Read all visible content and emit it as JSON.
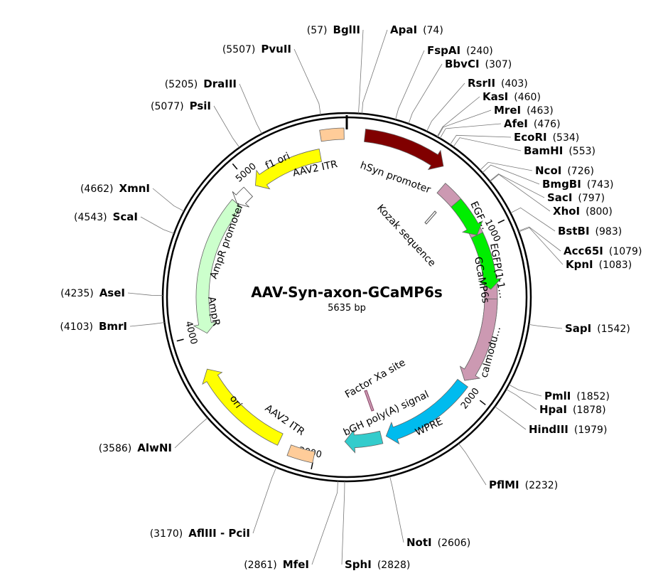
{
  "title": "AAV-Syn-axon-GCaMP6s",
  "size_label": "5635 bp",
  "plasmid_length": 5635,
  "ticks": [
    {
      "pos": 1000,
      "label": "1000"
    },
    {
      "pos": 2000,
      "label": "2000"
    },
    {
      "pos": 3000,
      "label": "3000"
    },
    {
      "pos": 4000,
      "label": "4000"
    },
    {
      "pos": 5000,
      "label": "5000"
    }
  ],
  "features": [
    {
      "name": "hSyn promoter",
      "start": 100,
      "end": 570,
      "strand": 1,
      "color": "#800000"
    },
    {
      "name": "GCaMP6s",
      "start": 640,
      "end": 1960,
      "strand": 1,
      "color": "#cc99b2"
    },
    {
      "name": "EGF…",
      "start": 770,
      "end": 1010,
      "strand": 1,
      "color": "#00ee00"
    },
    {
      "name": "EGFP(1-1…",
      "start": 1010,
      "end": 1360,
      "strand": 1,
      "color": "#00ee00"
    },
    {
      "name": "calmodu…",
      "start": 1420,
      "end": 1960,
      "strand": 1,
      "color": "#cc99b2"
    },
    {
      "name": "WPRE",
      "start": 1980,
      "end": 2570,
      "strand": 1,
      "color": "#00bbee"
    },
    {
      "name": "bGH poly(A) signal",
      "start": 2600,
      "end": 2830,
      "strand": 1,
      "color": "#33cccc"
    },
    {
      "name": "AAV2 ITR",
      "start": 3000,
      "end": 3141,
      "strand": 0,
      "color": "#ffcc99"
    },
    {
      "name": "ori",
      "start": 3210,
      "end": 3800,
      "strand": 1,
      "color": "#ffff00"
    },
    {
      "name": "AmpR",
      "start": 4000,
      "end": 4860,
      "strand": -1,
      "color": "#ccffcc"
    },
    {
      "name": "AmpR promoter",
      "start": 4860,
      "end": 4960,
      "strand": -1,
      "color": "#ffffff"
    },
    {
      "name": "f1 ori",
      "start": 5020,
      "end": 5470,
      "strand": -1,
      "color": "#ffff00"
    },
    {
      "name": "AAV2 ITR",
      "start": 5490,
      "end": 5620,
      "strand": 0,
      "color": "#ffcc99"
    }
  ],
  "inner_labels": [
    {
      "name": "hSyn promoter",
      "text": "hSyn promoter"
    },
    {
      "name": "kozak",
      "text": "Kozak sequence"
    },
    {
      "name": "gcamp",
      "text": "GCaMP6s"
    },
    {
      "name": "egf-short",
      "text": "EGF…"
    },
    {
      "name": "egfp",
      "text": "EGFP(1-1…"
    },
    {
      "name": "calmod",
      "text": "calmodu…"
    },
    {
      "name": "factor-xa",
      "text": "Factor Xa site"
    },
    {
      "name": "bgh",
      "text": "bGH poly(A) signal"
    },
    {
      "name": "wpre",
      "text": "WPRE"
    },
    {
      "name": "itr-bottom",
      "text": "AAV2 ITR"
    },
    {
      "name": "ori",
      "text": "ori"
    },
    {
      "name": "ampr",
      "text": "AmpR"
    },
    {
      "name": "ampr-promoter",
      "text": "AmpR promoter"
    },
    {
      "name": "f1-ori",
      "text": "f1 ori"
    },
    {
      "name": "itr-top",
      "text": "AAV2 ITR"
    }
  ],
  "sites": [
    {
      "enzyme": "BglII",
      "pos": "57",
      "side": "left"
    },
    {
      "enzyme": "ApaI",
      "pos": "74",
      "side": "right"
    },
    {
      "enzyme": "FspAI",
      "pos": "240",
      "side": "right"
    },
    {
      "enzyme": "BbvCI",
      "pos": "307",
      "side": "right"
    },
    {
      "enzyme": "RsrII",
      "pos": "403",
      "side": "right"
    },
    {
      "enzyme": "KasI",
      "pos": "460",
      "side": "right"
    },
    {
      "enzyme": "MreI",
      "pos": "463",
      "side": "right"
    },
    {
      "enzyme": "AfeI",
      "pos": "476",
      "side": "right"
    },
    {
      "enzyme": "EcoRI",
      "pos": "534",
      "side": "right"
    },
    {
      "enzyme": "BamHI",
      "pos": "553",
      "side": "right"
    },
    {
      "enzyme": "NcoI",
      "pos": "726",
      "side": "right"
    },
    {
      "enzyme": "BmgBI",
      "pos": "743",
      "side": "right"
    },
    {
      "enzyme": "SacI",
      "pos": "797",
      "side": "right"
    },
    {
      "enzyme": "XhoI",
      "pos": "800",
      "side": "right"
    },
    {
      "enzyme": "BstBI",
      "pos": "983",
      "side": "right"
    },
    {
      "enzyme": "Acc65I",
      "pos": "1079",
      "side": "right"
    },
    {
      "enzyme": "KpnI",
      "pos": "1083",
      "side": "right"
    },
    {
      "enzyme": "SapI",
      "pos": "1542",
      "side": "right"
    },
    {
      "enzyme": "PmlI",
      "pos": "1852",
      "side": "right"
    },
    {
      "enzyme": "HpaI",
      "pos": "1878",
      "side": "right"
    },
    {
      "enzyme": "HindIII",
      "pos": "1979",
      "side": "right"
    },
    {
      "enzyme": "PflMI",
      "pos": "2232",
      "side": "right"
    },
    {
      "enzyme": "NotI",
      "pos": "2606",
      "side": "right"
    },
    {
      "enzyme": "SphI",
      "pos": "2828",
      "side": "right"
    },
    {
      "enzyme": "MfeI",
      "pos": "2861",
      "side": "left"
    },
    {
      "enzyme": "AflIII - PciI",
      "pos": "3170",
      "side": "left"
    },
    {
      "enzyme": "AlwNI",
      "pos": "3586",
      "side": "left"
    },
    {
      "enzyme": "BmrI",
      "pos": "4103",
      "side": "left"
    },
    {
      "enzyme": "AseI",
      "pos": "4235",
      "side": "left"
    },
    {
      "enzyme": "ScaI",
      "pos": "4543",
      "side": "left"
    },
    {
      "enzyme": "XmnI",
      "pos": "4662",
      "side": "left"
    },
    {
      "enzyme": "PsiI",
      "pos": "5077",
      "side": "left"
    },
    {
      "enzyme": "DraIII",
      "pos": "5205",
      "side": "left"
    },
    {
      "enzyme": "PvuII",
      "pos": "5507",
      "side": "left"
    }
  ]
}
